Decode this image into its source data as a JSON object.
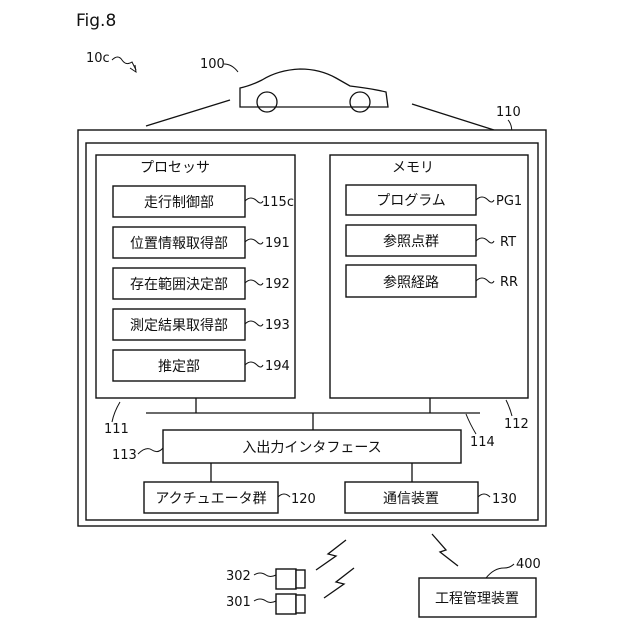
{
  "figure": {
    "label": "Fig.8",
    "system_ref": "10c"
  },
  "vehicle": {
    "ref": "100"
  },
  "device": {
    "ref": "110"
  },
  "processor": {
    "title": "プロセッサ",
    "ref": "111",
    "units": [
      {
        "label": "走行制御部",
        "ref": "115c"
      },
      {
        "label": "位置情報取得部",
        "ref": "191"
      },
      {
        "label": "存在範囲決定部",
        "ref": "192"
      },
      {
        "label": "測定結果取得部",
        "ref": "193"
      },
      {
        "label": "推定部",
        "ref": "194"
      }
    ]
  },
  "memory": {
    "title": "メモリ",
    "ref": "112",
    "items": [
      {
        "label": "プログラム",
        "ref": "PG1"
      },
      {
        "label": "参照点群",
        "ref": "RT"
      },
      {
        "label": "参照経路",
        "ref": "RR"
      }
    ]
  },
  "bus": {
    "ref": "114"
  },
  "io_interface": {
    "label": "入出力インタフェース",
    "ref": "113"
  },
  "actuators": {
    "label": "アクチュエータ群",
    "ref": "120"
  },
  "comm": {
    "label": "通信装置",
    "ref": "130"
  },
  "process_manager": {
    "label": "工程管理装置",
    "ref": "400"
  },
  "sensors": [
    {
      "ref": "302"
    },
    {
      "ref": "301"
    }
  ]
}
